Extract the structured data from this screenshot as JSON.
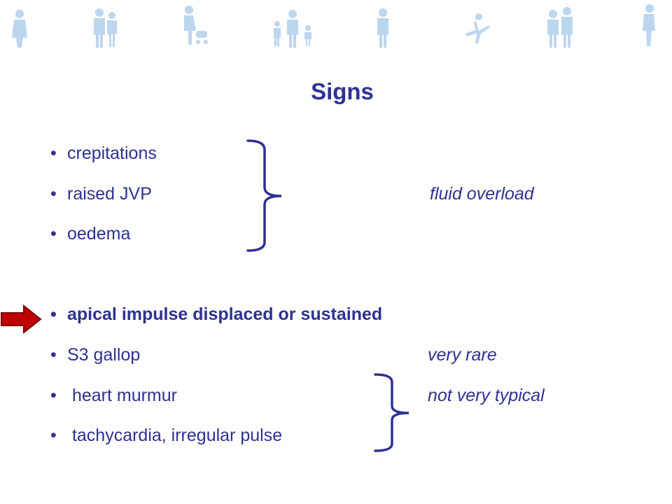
{
  "slide": {
    "title": "Signs",
    "group1": [
      "crepitations",
      "raised JVP",
      "oedema"
    ],
    "group1_note": "fluid  overload",
    "highlight": "apical impulse displaced or sustained",
    "group2": [
      "S3 gallop",
      " heart murmur",
      " tachycardia, irregular pulse"
    ],
    "note_s3": "very rare",
    "note_typical": "not very typical",
    "bullet_char": "•",
    "icons": {
      "banner": "people-silhouettes-icon",
      "arrow": "red-arrow-icon",
      "brace": "right-curly-brace-icon"
    },
    "colors": {
      "text": "#2e3192",
      "banner": "#bcd6ee",
      "arrow": "#c00000"
    }
  }
}
